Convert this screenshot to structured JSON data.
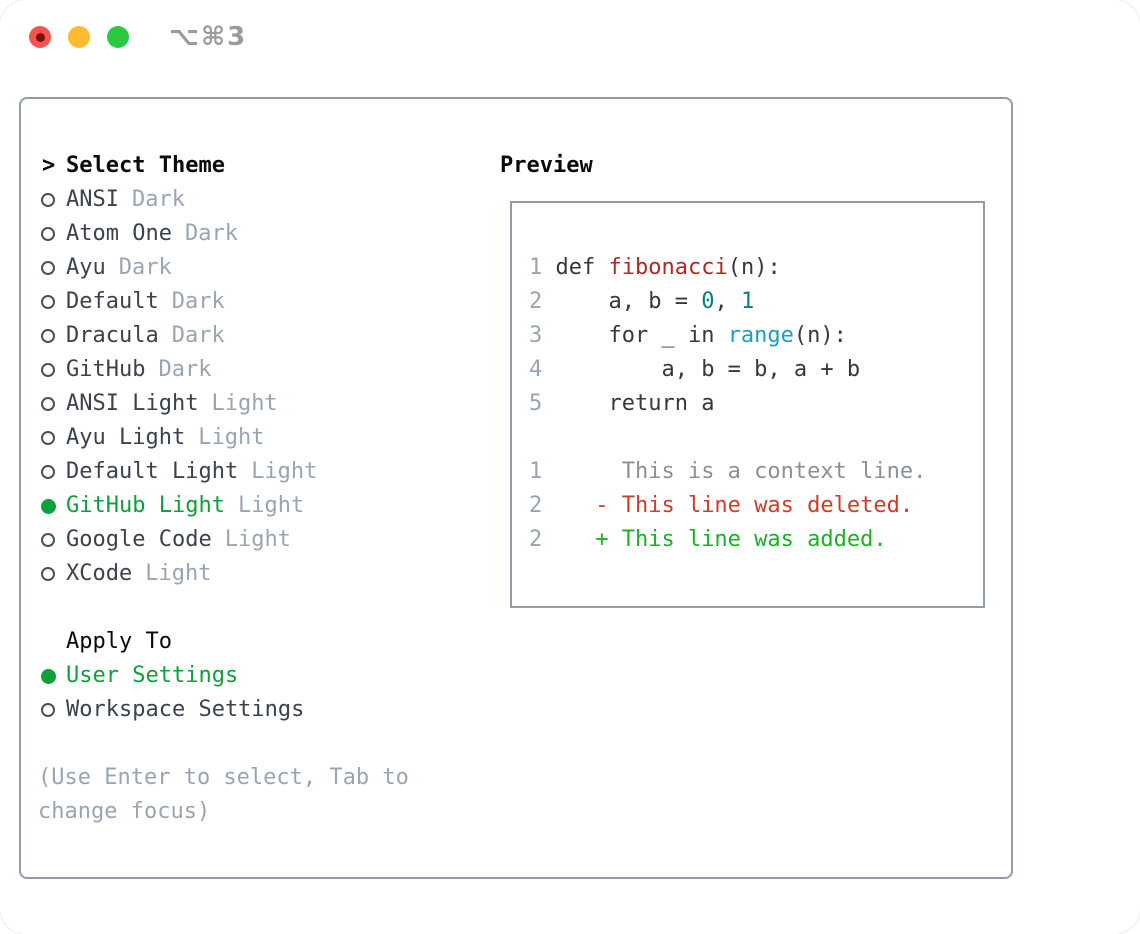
{
  "window": {
    "shortcut": "⌥⌘3"
  },
  "titlebar_buttons": [
    {
      "name": "close",
      "color": "#f6544f"
    },
    {
      "name": "minimize",
      "color": "#fdbc2f"
    },
    {
      "name": "zoom",
      "color": "#2ac93f"
    }
  ],
  "theme_panel": {
    "cursor": ">",
    "title": "Select Theme",
    "items": [
      {
        "name": "ANSI",
        "variant": "Dark",
        "selected": false
      },
      {
        "name": "Atom One",
        "variant": "Dark",
        "selected": false
      },
      {
        "name": "Ayu",
        "variant": "Dark",
        "selected": false
      },
      {
        "name": "Default",
        "variant": "Dark",
        "selected": false
      },
      {
        "name": "Dracula",
        "variant": "Dark",
        "selected": false
      },
      {
        "name": "GitHub",
        "variant": "Dark",
        "selected": false
      },
      {
        "name": "ANSI Light",
        "variant": "Light",
        "selected": false
      },
      {
        "name": "Ayu Light",
        "variant": "Light",
        "selected": false
      },
      {
        "name": "Default Light",
        "variant": "Light",
        "selected": false
      },
      {
        "name": "GitHub Light",
        "variant": "Light",
        "selected": true
      },
      {
        "name": "Google Code",
        "variant": "Light",
        "selected": false
      },
      {
        "name": "XCode",
        "variant": "Light",
        "selected": false
      }
    ],
    "apply_to": {
      "title": "Apply To",
      "options": [
        {
          "label": "User Settings",
          "selected": true
        },
        {
          "label": "Workspace Settings",
          "selected": false
        }
      ]
    },
    "help": "(Use Enter to select, Tab to change focus)"
  },
  "preview": {
    "title": "Preview",
    "lines": [
      {
        "no": "1",
        "segs": [
          {
            "t": " def ",
            "c": "plain"
          },
          {
            "t": "fibonacci",
            "c": "func"
          },
          {
            "t": "(n):",
            "c": "plain"
          }
        ]
      },
      {
        "no": "2",
        "segs": [
          {
            "t": "     a, b = ",
            "c": "plain"
          },
          {
            "t": "0",
            "c": "num"
          },
          {
            "t": ", ",
            "c": "plain"
          },
          {
            "t": "1",
            "c": "num"
          }
        ]
      },
      {
        "no": "3",
        "segs": [
          {
            "t": "     for _ in ",
            "c": "plain"
          },
          {
            "t": "range",
            "c": "builtin"
          },
          {
            "t": "(n):",
            "c": "plain"
          }
        ]
      },
      {
        "no": "4",
        "segs": [
          {
            "t": "         a, b = b, a + b",
            "c": "plain"
          }
        ]
      },
      {
        "no": "5",
        "segs": [
          {
            "t": "     return a",
            "c": "plain"
          }
        ]
      },
      {
        "no": "",
        "segs": []
      },
      {
        "no": "1",
        "segs": [
          {
            "t": "      This is a context line.",
            "c": "context"
          }
        ]
      },
      {
        "no": "2",
        "segs": [
          {
            "t": "    - This line was deleted.",
            "c": "deleted"
          }
        ]
      },
      {
        "no": "2",
        "segs": [
          {
            "t": "    + This line was added.",
            "c": "added"
          }
        ]
      }
    ]
  },
  "colors": {
    "selection_green": "#0ea13a",
    "added_green": "#17b522",
    "deleted_red": "#d23b28",
    "function_red": "#b02a21",
    "number_teal": "#087e78",
    "builtin_blue": "#1b9dc9",
    "muted_gray": "#9aa5b2",
    "line_number_gray": "#99a4b2",
    "context_gray": "#8b9196",
    "text_dark": "#3b424c",
    "border_gray": "#919cab"
  }
}
